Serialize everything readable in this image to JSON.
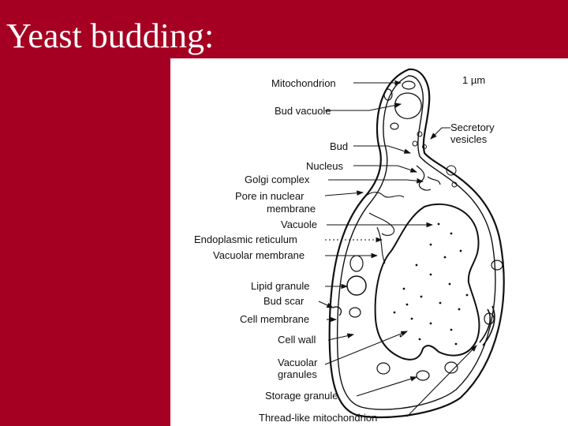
{
  "slide": {
    "title": "Yeast budding:",
    "background_color": "#A50021",
    "title_color": "#FFFFFF"
  },
  "diagram": {
    "scale_bar": "1 µm",
    "labels": {
      "mitochondrion": "Mitochondrion",
      "bud_vacuole": "Bud vacuole",
      "secretory_line1": "Secretory",
      "secretory_line2": "vesicles",
      "bud": "Bud",
      "nucleus": "Nucleus",
      "golgi": "Golgi complex",
      "pore_line1": "Pore in nuclear",
      "pore_line2": "membrane",
      "vacuole": "Vacuole",
      "er": "Endoplasmic reticulum",
      "vacuolar_membrane": "Vacuolar membrane",
      "lipid_granule": "Lipid granule",
      "bud_scar": "Bud scar",
      "cell_membrane": "Cell membrane",
      "cell_wall": "Cell wall",
      "vac_gran_line1": "Vacuolar",
      "vac_gran_line2": "granules",
      "storage_granule": "Storage granule",
      "thread_mito": "Thread-like mitochondrion"
    }
  }
}
